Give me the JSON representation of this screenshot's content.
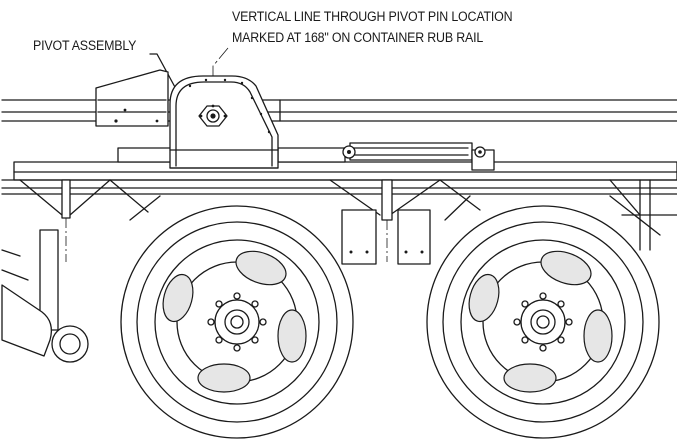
{
  "callouts": {
    "pivot_assembly": "PIVOT ASSEMBLY",
    "vertical_line_1": "VERTICAL LINE THROUGH PIVOT PIN LOCATION",
    "vertical_line_2": "MARKED AT 168\" ON CONTAINER RUB RAIL"
  }
}
